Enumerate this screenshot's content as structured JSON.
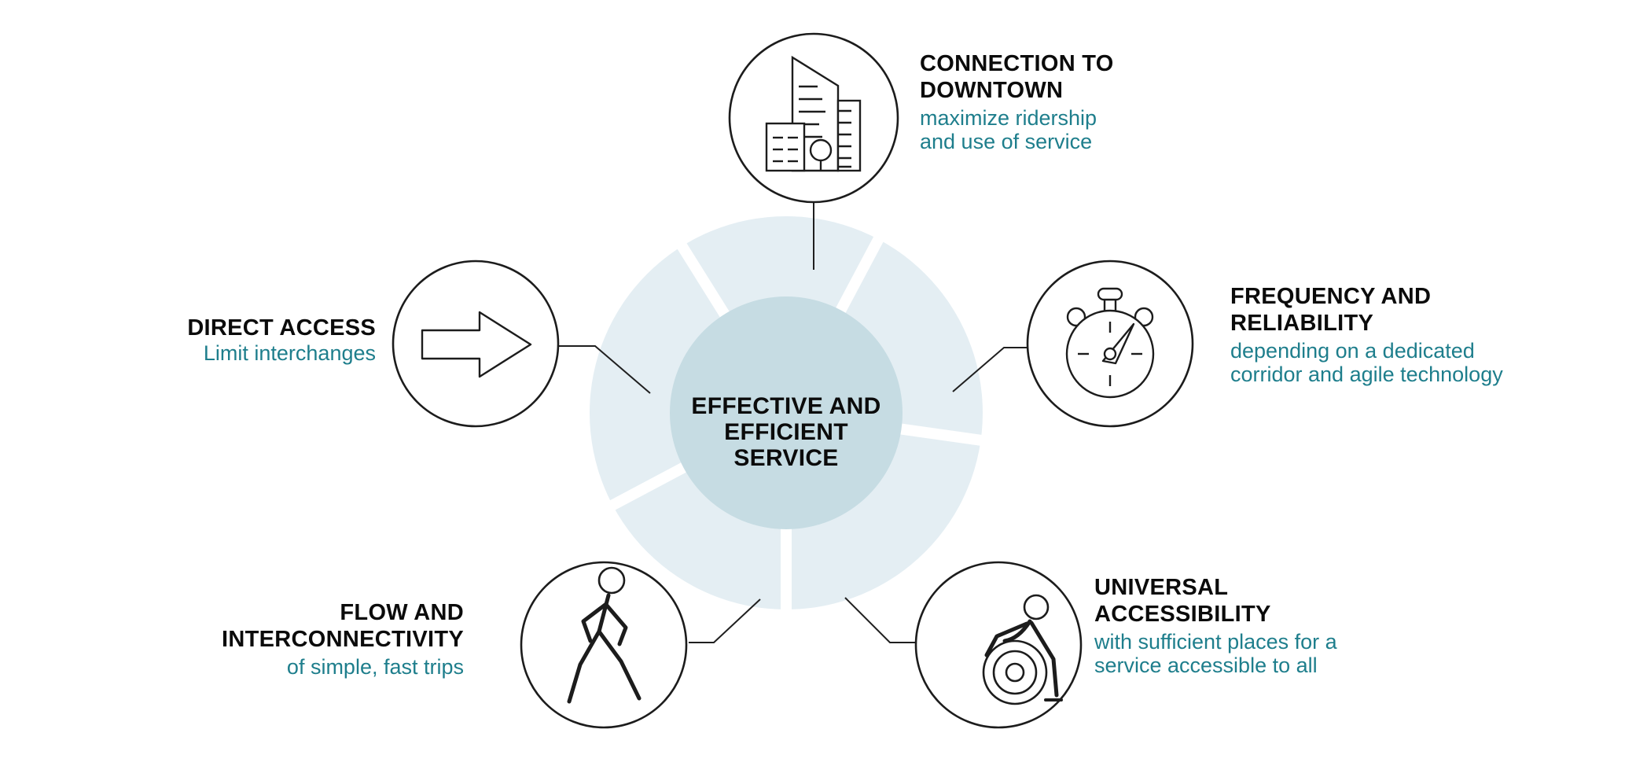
{
  "title": "Effective and efficient service diagram",
  "palette": {
    "ring_outer": "#e4eef3",
    "ring_inner": "#c6dce3",
    "divider": "#ffffff",
    "teal_text": "#1e7e8c",
    "black_text": "#0b0b0b",
    "outline": "#1c1c1c"
  },
  "center": {
    "lines": [
      "EFFECTIVE AND",
      "EFFICIENT",
      "SERVICE"
    ]
  },
  "nodes": [
    {
      "id": "connection-to-downtown",
      "icon": "buildings-icon",
      "title_lines": [
        "CONNECTION TO",
        "DOWNTOWN"
      ],
      "desc_lines": [
        "maximize ridership",
        "and use of service"
      ]
    },
    {
      "id": "frequency-and-reliability",
      "icon": "stopwatch-icon",
      "title_lines": [
        "FREQUENCY AND",
        "RELIABILITY"
      ],
      "desc_lines": [
        "depending on a dedicated",
        "corridor and agile technology"
      ]
    },
    {
      "id": "universal-accessibility",
      "icon": "wheelchair-icon",
      "title_lines": [
        "UNIVERSAL",
        "ACCESSIBILITY"
      ],
      "desc_lines": [
        "with sufficient places for a",
        "service accessible to all"
      ]
    },
    {
      "id": "flow-and-interconnectivity",
      "icon": "walking-person-icon",
      "title_lines": [
        "FLOW AND",
        "INTERCONNECTIVITY"
      ],
      "desc_lines": [
        "of simple, fast trips"
      ]
    },
    {
      "id": "direct-access",
      "icon": "arrow-right-icon",
      "title_lines": [
        "DIRECT ACCESS"
      ],
      "desc_lines": [
        "Limit interchanges"
      ]
    }
  ]
}
